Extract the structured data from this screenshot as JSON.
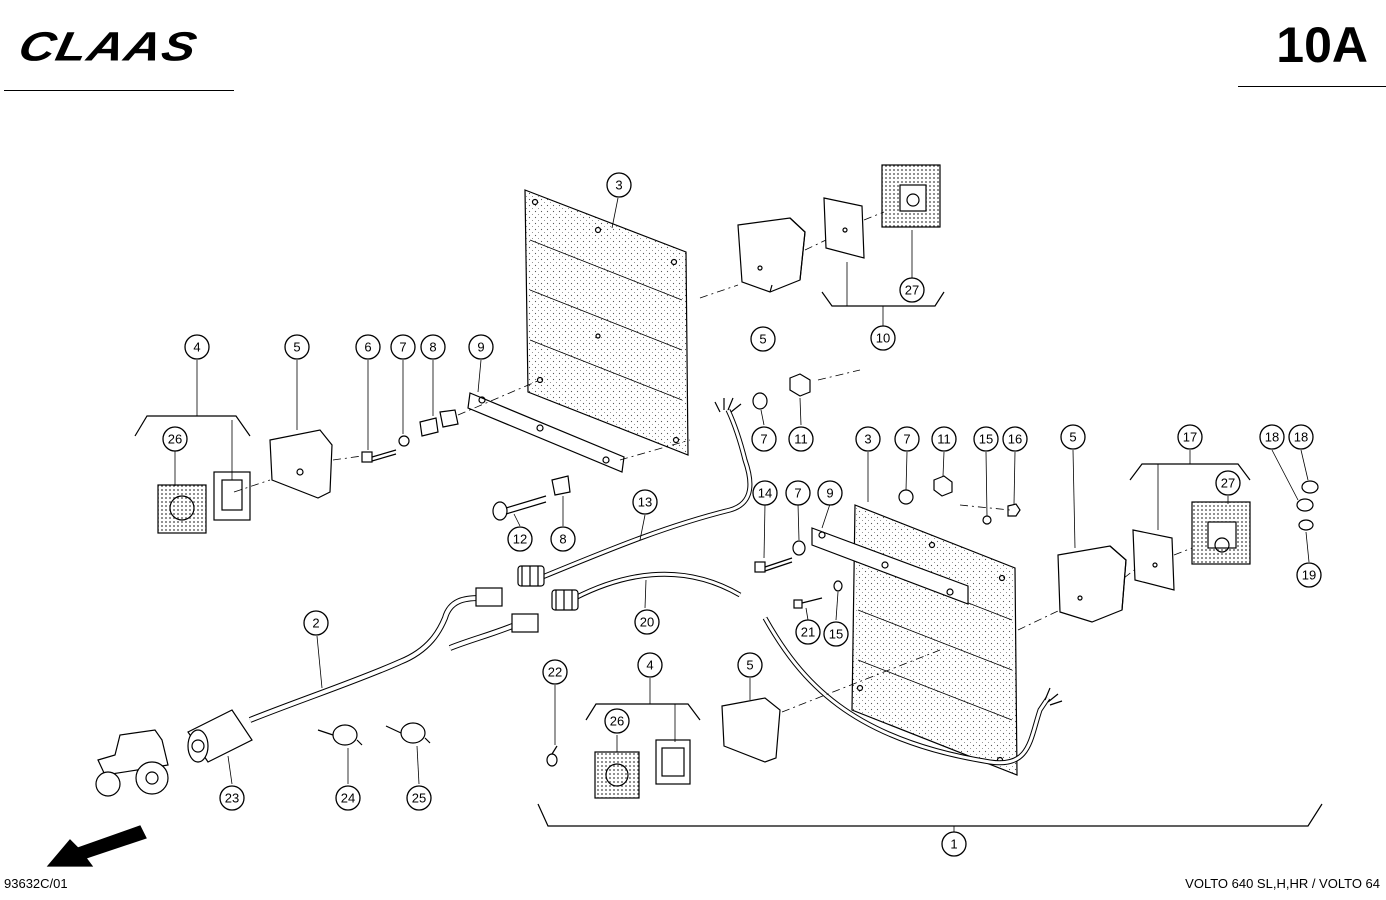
{
  "header": {
    "brand": "CLAAS",
    "page_number": "10A"
  },
  "footer": {
    "drawing_code": "93632C/01",
    "model": "VOLTO 640 SL,H,HR / VOLTO 64"
  },
  "callouts": {
    "c1": "1",
    "c2": "2",
    "c3a": "3",
    "c3b": "3",
    "c4a": "4",
    "c4b": "4",
    "c5a": "5",
    "c5b": "5",
    "c5c": "5",
    "c5d": "5",
    "c6": "6",
    "c7a": "7",
    "c7b": "7",
    "c7c": "7",
    "c7d": "7",
    "c8a": "8",
    "c8b": "8",
    "c9a": "9",
    "c9b": "9",
    "c10": "10",
    "c11a": "11",
    "c11b": "11",
    "c12": "12",
    "c13": "13",
    "c14": "14",
    "c15a": "15",
    "c15b": "15",
    "c16": "16",
    "c17": "17",
    "c18a": "18",
    "c18b": "18",
    "c19": "19",
    "c20": "20",
    "c21": "21",
    "c22": "22",
    "c23": "23",
    "c24": "24",
    "c25": "25",
    "c26a": "26",
    "c26b": "26",
    "c27a": "27",
    "c27b": "27"
  }
}
